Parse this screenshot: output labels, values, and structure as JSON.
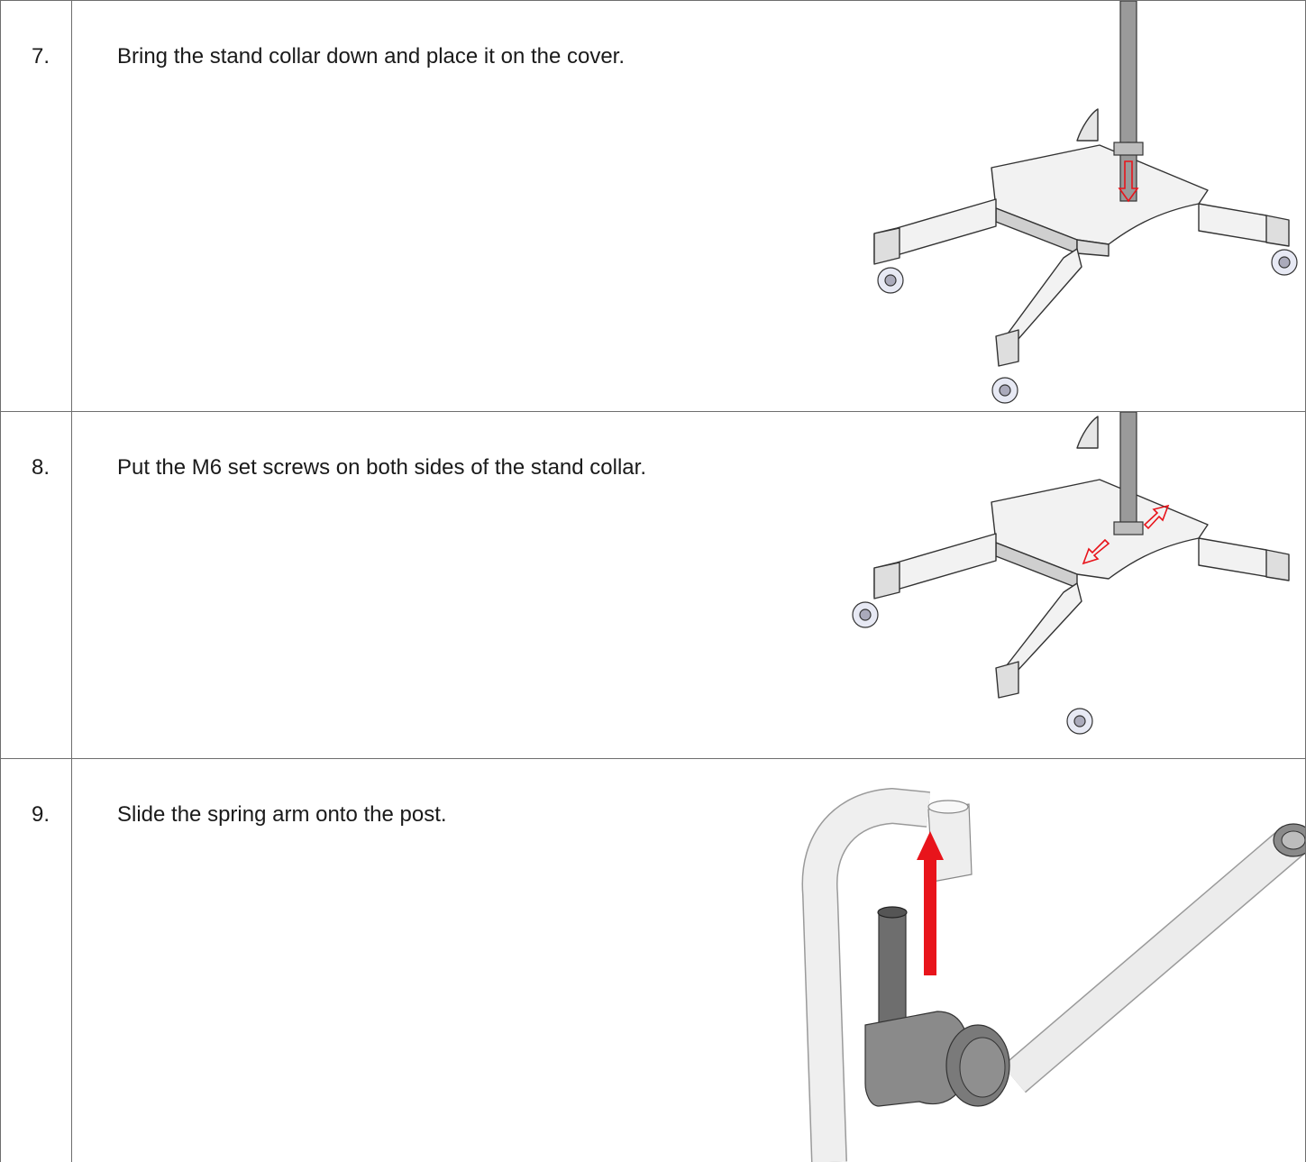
{
  "steps": [
    {
      "number": "7.",
      "text": "Bring the stand collar down and place it on the cover."
    },
    {
      "number": "8.",
      "text": "Put the M6 set screws on both sides of the stand collar."
    },
    {
      "number": "9.",
      "text": "Slide the spring arm onto the post."
    }
  ],
  "colors": {
    "arrow": "#e8141b",
    "line": "#6e6e6e"
  }
}
